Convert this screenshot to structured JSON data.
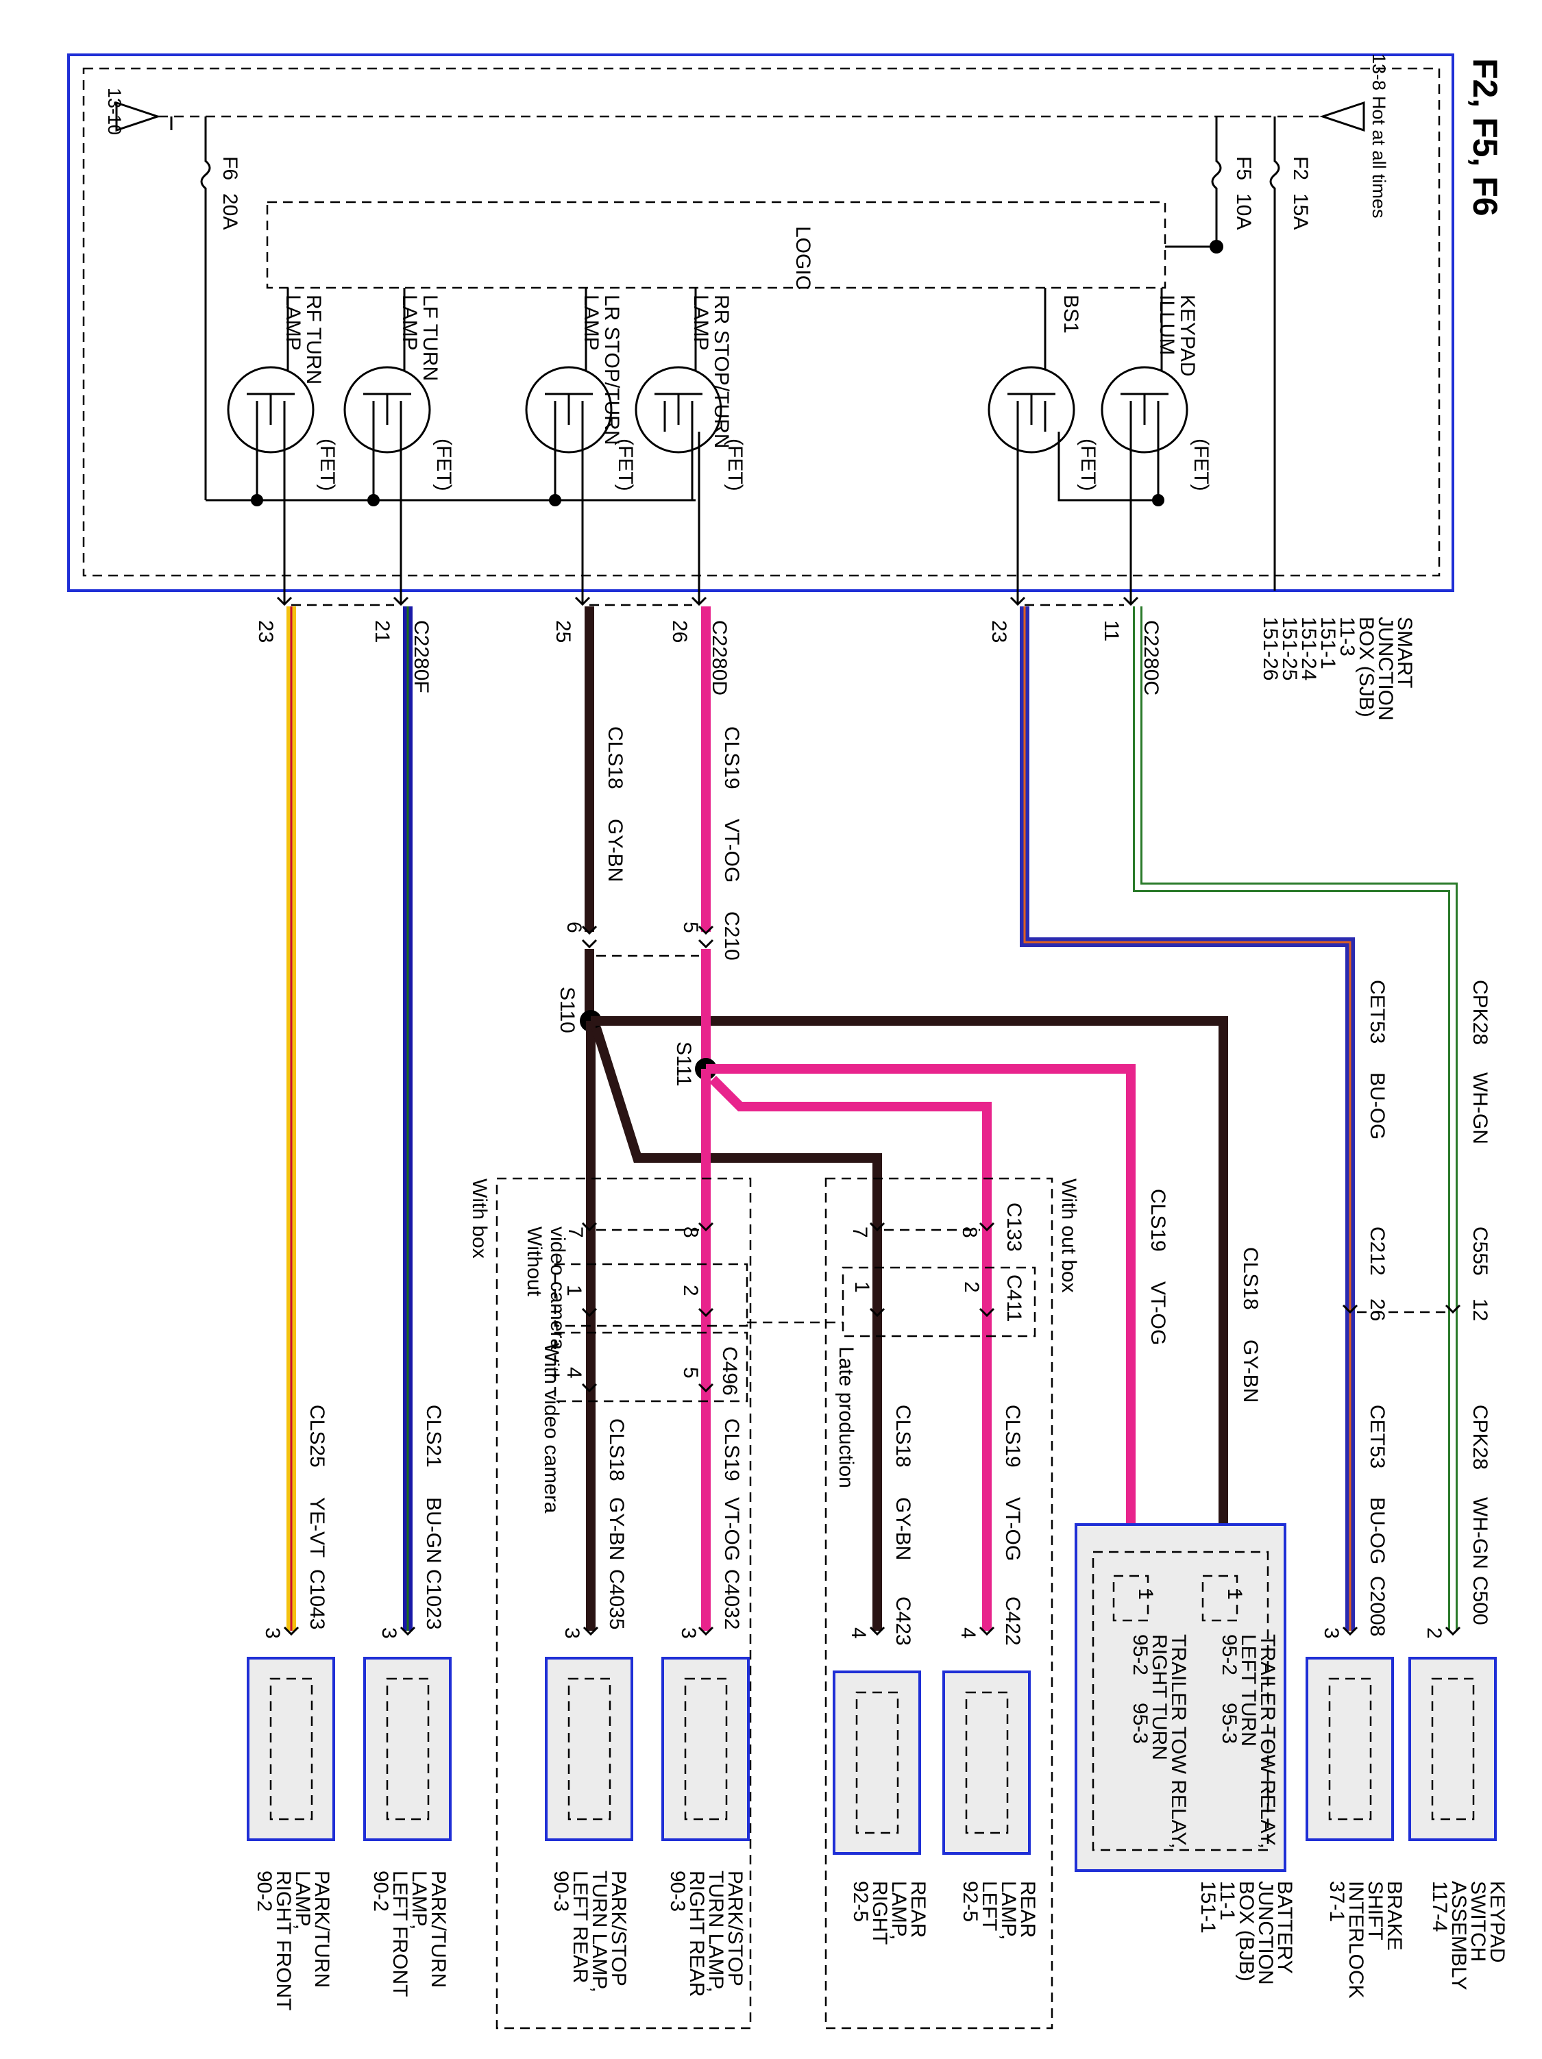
{
  "title": "F2, F5, F6",
  "sjb": {
    "hot_label": "Hot at all times",
    "left_ref": "13-10",
    "right_ref": "13-8",
    "logic_label": "LOGIC",
    "fuses": [
      {
        "id": "F6",
        "rating": "20A"
      },
      {
        "id": "F5",
        "rating": "10A"
      },
      {
        "id": "F2",
        "rating": "15A"
      }
    ],
    "outputs": [
      {
        "name": "RF TURN LAMP",
        "fet": "(FET)"
      },
      {
        "name": "LF TURN LAMP",
        "fet": "(FET)"
      },
      {
        "name": "LR STOP/TURN LAMP",
        "fet": "(FET)"
      },
      {
        "name": "RR STOP/TURN LAMP",
        "fet": "(FET)"
      },
      {
        "name": "BS1",
        "fet": "(FET)"
      },
      {
        "name": "KEYPAD ILLUM",
        "fet": "(FET)"
      }
    ],
    "name_lines": [
      "SMART",
      "JUNCTION",
      "BOX (SJB)",
      "11-3",
      "151-1",
      "151-24",
      "151-25",
      "151-26"
    ]
  },
  "connectors": {
    "c2280f": "C2280F",
    "c2280d": "C2280D",
    "c2280c": "C2280C",
    "c210": "C210",
    "s110": "S110",
    "s111": "S111",
    "c133": "C133",
    "c411": "C411",
    "c496": "C496",
    "c212": "C212",
    "c555": "C555",
    "c1043": "C1043",
    "c1023": "C1023",
    "c4035": "C4035",
    "c4032": "C4032",
    "c423": "C423",
    "c422": "C422",
    "c2008": "C2008",
    "c500": "C500"
  },
  "pins": {
    "sjb_rf": "23",
    "sjb_lf": "21",
    "sjb_lr": "25",
    "sjb_rr": "26",
    "sjb_bs": "23",
    "sjb_kp": "11",
    "c210_gy": "6",
    "c210_vt": "5",
    "c133_gy": "7",
    "c133_vt": "8",
    "box_gy": "7",
    "box_vt": "8",
    "c411_gy": "1",
    "c411_vt": "2",
    "box_c411_gy": "1",
    "box_c411_vt": "2",
    "c496_gy": "4",
    "c496_vt": "5",
    "c212_a": "26",
    "c555_a": "12",
    "park_rf": "3",
    "park_lf": "3",
    "lr": "3",
    "rr": "3",
    "rear_r": "4",
    "rear_l": "4",
    "bji": "3",
    "keypad": "2",
    "bjb_1": "1",
    "bjb_2": "1"
  },
  "circuits": [
    {
      "circuit": "CLS25",
      "color": "YE-VT"
    },
    {
      "circuit": "CLS21",
      "color": "BU-GN"
    },
    {
      "circuit": "CLS18",
      "color": "GY-BN"
    },
    {
      "circuit": "CLS19",
      "color": "VT-OG"
    },
    {
      "circuit": "CET53",
      "color": "BU-OG"
    },
    {
      "circuit": "CPK28",
      "color": "WH-GN"
    }
  ],
  "options": {
    "with_box": "With box",
    "with_out_box": "With out box",
    "late_production": "Late production",
    "without_camera": [
      "Without",
      "video camera"
    ],
    "with_camera": "With video camera"
  },
  "components": [
    {
      "lines": [
        "PARK/TURN",
        "LAMP,",
        "RIGHT FRONT",
        "90-2"
      ]
    },
    {
      "lines": [
        "PARK/TURN",
        "LAMP,",
        "LEFT FRONT",
        "90-2"
      ]
    },
    {
      "lines": [
        "PARK/STOP",
        "TURN LAMP,",
        "LEFT REAR",
        "90-3"
      ]
    },
    {
      "lines": [
        "PARK/STOP",
        "TURN LAMP,",
        "RIGHT REAR",
        "90-3"
      ]
    },
    {
      "lines": [
        "REAR",
        "LAMP,",
        "RIGHT",
        "92-5"
      ]
    },
    {
      "lines": [
        "REAR",
        "LAMP,",
        "LEFT",
        "92-5"
      ]
    },
    {
      "lines": [
        "BATTERY",
        "JUNCTION",
        "BOX (BJB)",
        "11-1",
        "151-1"
      ]
    },
    {
      "lines": [
        "BRAKE",
        "SHIFT",
        "INTERLOCK",
        "37-1"
      ]
    },
    {
      "lines": [
        "KEYPAD",
        "SWITCH",
        "ASSEMBLY",
        "117-4"
      ]
    }
  ],
  "bjb_relays": [
    {
      "lines": [
        "TRAILER TOW RELAY,",
        "LEFT TURN",
        "95-2",
        "95-3"
      ]
    },
    {
      "lines": [
        "TRAILER TOW RELAY,",
        "RIGHT TURN",
        "95-2",
        "95-3"
      ]
    }
  ],
  "wire_colors": {
    "ye_vt": "#f4c20f",
    "ye_vt_stripe": "#c8102e",
    "bu_gn": "#1a1aa8",
    "bu_gn_stripe": "#1d6b1d",
    "gy_bn": "#2a1414",
    "vt_og": "#e8248c",
    "bu_og": "#2a2ab0",
    "bu_og_stripe": "#e06020",
    "wh_gn": "#ffffff",
    "wh_gn_stripe": "#2a7a2a",
    "module_border": "#1f2fd6"
  }
}
